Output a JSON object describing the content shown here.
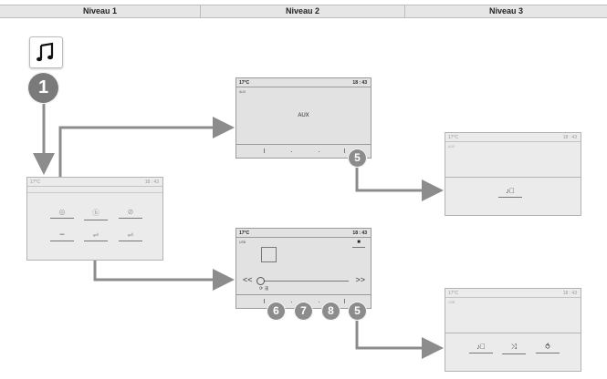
{
  "header": {
    "columns": [
      "Niveau 1",
      "Niveau 2",
      "Niveau 3"
    ]
  },
  "music_icon": "music-note-icon",
  "screens": {
    "level1_menu": {
      "temp": "17°C",
      "time": "18 : 43"
    },
    "aux": {
      "temp": "17°C",
      "time": "18 : 43",
      "source": "AUX",
      "center_text": "AUX"
    },
    "aux_settings": {
      "temp": "17°C",
      "time": "18 : 43",
      "source": "AUX"
    },
    "usb": {
      "temp": "17°C",
      "time": "18 : 43",
      "source": "USB"
    },
    "usb_settings": {
      "temp": "17°C",
      "time": "18 : 43",
      "source": "USB"
    }
  },
  "callouts": {
    "c1": "1",
    "c5a": "5",
    "c6": "6",
    "c7": "7",
    "c8": "8",
    "c5b": "5"
  },
  "colors": {
    "arrow": "#8c8c8c",
    "screen_bg": "#e2e2e2"
  }
}
